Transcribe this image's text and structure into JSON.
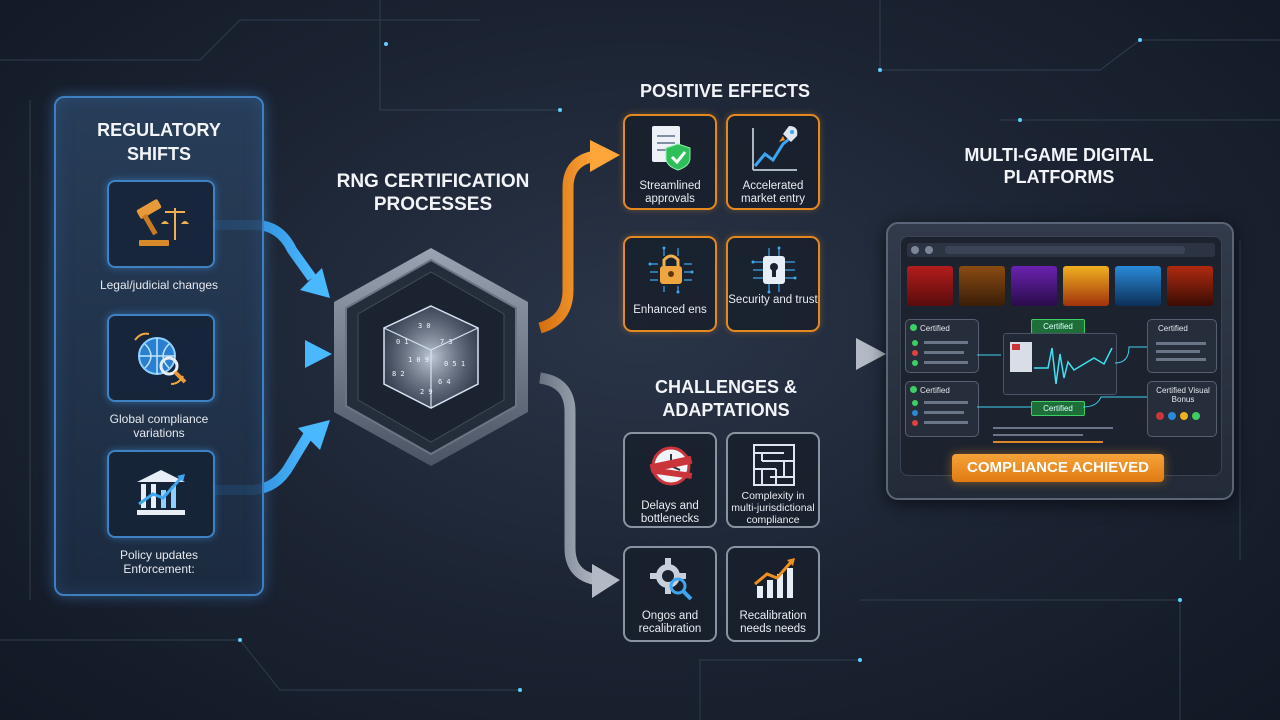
{
  "left": {
    "title": "REGULATORY SHIFTS",
    "items": [
      {
        "label": "Legal/judicial changes",
        "icon": "gavel-scales-icon"
      },
      {
        "label": "Global compliance variations",
        "icon": "globe-magnifier-icon"
      },
      {
        "label": "Policy updates Enforcement:",
        "icon": "institution-chart-icon"
      }
    ]
  },
  "center": {
    "title": "RNG CERTIFICATION PROCESSES",
    "icon": "digital-cube-icon"
  },
  "positive": {
    "title": "POSITIVE EFFECTS",
    "items": [
      {
        "label": "Streamlined approvals",
        "icon": "document-shield-icon"
      },
      {
        "label": "Accelerated market entry",
        "icon": "rocket-growth-icon"
      },
      {
        "label": "Enhanced ens",
        "icon": "circuit-lock-icon"
      },
      {
        "label": "Security and trust",
        "icon": "circuit-keyhole-icon"
      }
    ]
  },
  "challenges": {
    "title": "CHALLENGES & ADAPTATIONS",
    "items": [
      {
        "label": "Delays and bottlenecks",
        "icon": "delayed-clock-icon"
      },
      {
        "label": "Complexity in multi-jurisdictional compliance",
        "icon": "maze-icon"
      },
      {
        "label": "Ongos and recalibration",
        "icon": "gear-magnifier-icon"
      },
      {
        "label": "Recalibration needs needs",
        "icon": "growth-chart-icon"
      }
    ]
  },
  "platform": {
    "title": "MULTI-GAME DIGITAL PLATFORMS",
    "cert_left_top": "Certified",
    "cert_left_bottom": "Certified",
    "cert_center_top": "Certified",
    "cert_center_bottom": "Certified",
    "cert_right_top": "Certified",
    "cert_right_bottom": "Certified Visual Bonus",
    "status": "COMPLIANCE ACHIEVED"
  },
  "colors": {
    "accent_blue": "#3ea6f0",
    "accent_orange": "#f0901f",
    "accent_gray": "#a8b0bc",
    "success_green": "#3ccf65"
  }
}
